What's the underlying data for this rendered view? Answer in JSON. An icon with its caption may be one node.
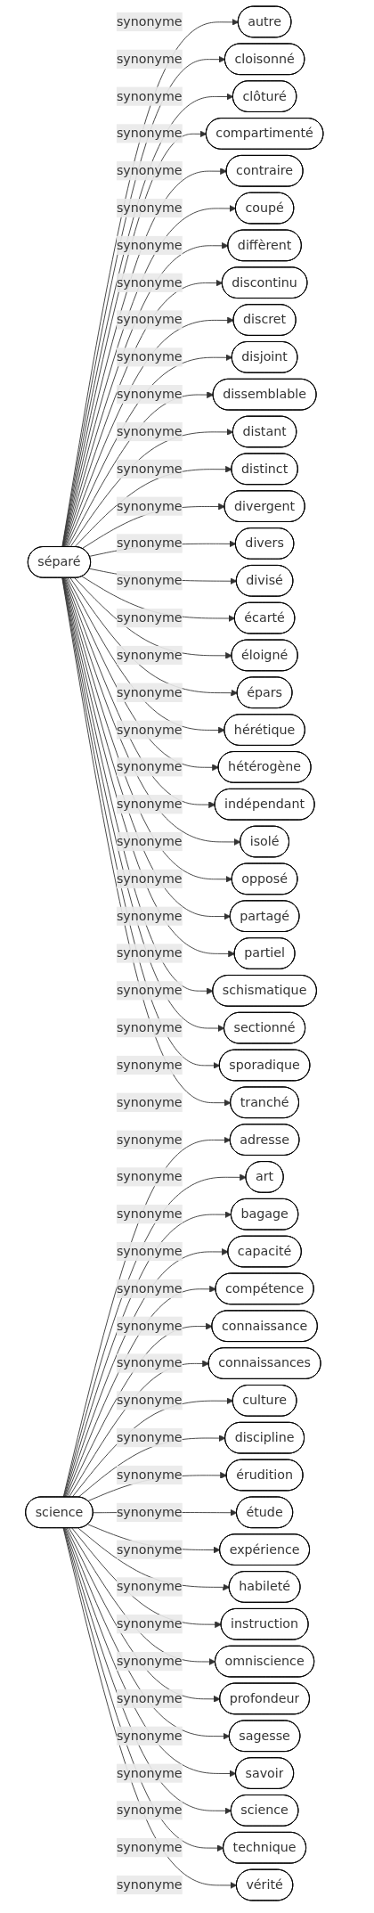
{
  "diagram": {
    "nodes": [
      {
        "text": [
          "séparé"
        ]
      },
      {
        "text": [
          "autre"
        ]
      },
      {
        "text": [
          "cloisonné"
        ]
      },
      {
        "text": [
          "clôturé"
        ]
      },
      {
        "text": [
          "compartimenté"
        ]
      },
      {
        "text": [
          "contraire"
        ]
      },
      {
        "text": [
          "coupé"
        ]
      },
      {
        "text": [
          "diffèrent"
        ]
      },
      {
        "text": [
          "discontinu"
        ]
      },
      {
        "text": [
          "discret"
        ]
      },
      {
        "text": [
          "disjoint"
        ]
      },
      {
        "text": [
          "dissemblable"
        ]
      },
      {
        "text": [
          "distant"
        ]
      },
      {
        "text": [
          "distinct"
        ]
      },
      {
        "text": [
          "divergent"
        ]
      },
      {
        "text": [
          "divers"
        ]
      },
      {
        "text": [
          "divisé"
        ]
      },
      {
        "text": [
          "écarté"
        ]
      },
      {
        "text": [
          "éloigné"
        ]
      },
      {
        "text": [
          "épars"
        ]
      },
      {
        "text": [
          "hérétique"
        ]
      },
      {
        "text": [
          "hétérogène"
        ]
      },
      {
        "text": [
          "indépendant"
        ]
      },
      {
        "text": [
          "isolé"
        ]
      },
      {
        "text": [
          "opposé"
        ]
      },
      {
        "text": [
          "partagé"
        ]
      },
      {
        "text": [
          "partiel"
        ]
      },
      {
        "text": [
          "schismatique"
        ]
      },
      {
        "text": [
          "sectionné"
        ]
      },
      {
        "text": [
          "sporadique"
        ]
      },
      {
        "text": [
          "tranché"
        ]
      },
      {
        "text": [
          "science"
        ]
      },
      {
        "text": [
          "adresse"
        ]
      },
      {
        "text": [
          "art"
        ]
      },
      {
        "text": [
          "bagage"
        ]
      },
      {
        "text": [
          "capacité"
        ]
      },
      {
        "text": [
          "compétence"
        ]
      },
      {
        "text": [
          "connaissance"
        ]
      },
      {
        "text": [
          "connaissances"
        ]
      },
      {
        "text": [
          "culture"
        ]
      },
      {
        "text": [
          "discipline"
        ]
      },
      {
        "text": [
          "érudition"
        ]
      },
      {
        "text": [
          "étude"
        ]
      },
      {
        "text": [
          "expérience"
        ]
      },
      {
        "text": [
          "habileté"
        ]
      },
      {
        "text": [
          "instruction"
        ]
      },
      {
        "text": [
          "omniscience"
        ]
      },
      {
        "text": [
          "profondeur"
        ]
      },
      {
        "text": [
          "sagesse"
        ]
      },
      {
        "text": [
          "savoir"
        ]
      },
      {
        "text": [
          "science"
        ]
      },
      {
        "text": [
          "technique"
        ]
      },
      {
        "text": [
          "vérité"
        ]
      }
    ],
    "edges": [
      {
        "from": 0,
        "to": 1,
        "arrow": "to",
        "label": "synonyme"
      },
      {
        "from": 0,
        "to": 2,
        "arrow": "to",
        "label": "synonyme"
      },
      {
        "from": 0,
        "to": 3,
        "arrow": "to",
        "label": "synonyme"
      },
      {
        "from": 0,
        "to": 4,
        "arrow": "to",
        "label": "synonyme"
      },
      {
        "from": 0,
        "to": 5,
        "arrow": "to",
        "label": "synonyme"
      },
      {
        "from": 0,
        "to": 6,
        "arrow": "to",
        "label": "synonyme"
      },
      {
        "from": 0,
        "to": 7,
        "arrow": "to",
        "label": "synonyme"
      },
      {
        "from": 0,
        "to": 8,
        "arrow": "to",
        "label": "synonyme"
      },
      {
        "from": 0,
        "to": 9,
        "arrow": "to",
        "label": "synonyme"
      },
      {
        "from": 0,
        "to": 10,
        "arrow": "to",
        "label": "synonyme"
      },
      {
        "from": 0,
        "to": 11,
        "arrow": "to",
        "label": "synonyme"
      },
      {
        "from": 0,
        "to": 12,
        "arrow": "to",
        "label": "synonyme"
      },
      {
        "from": 0,
        "to": 13,
        "arrow": "to",
        "label": "synonyme"
      },
      {
        "from": 0,
        "to": 14,
        "arrow": "to",
        "label": "synonyme"
      },
      {
        "from": 0,
        "to": 15,
        "arrow": "to",
        "label": "synonyme"
      },
      {
        "from": 0,
        "to": 16,
        "arrow": "to",
        "label": "synonyme"
      },
      {
        "from": 0,
        "to": 17,
        "arrow": "to",
        "label": "synonyme"
      },
      {
        "from": 0,
        "to": 18,
        "arrow": "to",
        "label": "synonyme"
      },
      {
        "from": 0,
        "to": 19,
        "arrow": "to",
        "label": "synonyme"
      },
      {
        "from": 0,
        "to": 20,
        "arrow": "to",
        "label": "synonyme"
      },
      {
        "from": 0,
        "to": 21,
        "arrow": "to",
        "label": "synonyme"
      },
      {
        "from": 0,
        "to": 22,
        "arrow": "to",
        "label": "synonyme"
      },
      {
        "from": 0,
        "to": 23,
        "arrow": "to",
        "label": "synonyme"
      },
      {
        "from": 0,
        "to": 24,
        "arrow": "to",
        "label": "synonyme"
      },
      {
        "from": 0,
        "to": 25,
        "arrow": "to",
        "label": "synonyme"
      },
      {
        "from": 0,
        "to": 26,
        "arrow": "to",
        "label": "synonyme"
      },
      {
        "from": 0,
        "to": 27,
        "arrow": "to",
        "label": "synonyme"
      },
      {
        "from": 0,
        "to": 28,
        "arrow": "to",
        "label": "synonyme"
      },
      {
        "from": 0,
        "to": 29,
        "arrow": "to",
        "label": "synonyme"
      },
      {
        "from": 0,
        "to": 30,
        "arrow": "to",
        "label": "synonyme"
      },
      {
        "from": 31,
        "to": 32,
        "arrow": "to",
        "label": "synonyme"
      },
      {
        "from": 31,
        "to": 33,
        "arrow": "to",
        "label": "synonyme"
      },
      {
        "from": 31,
        "to": 34,
        "arrow": "to",
        "label": "synonyme"
      },
      {
        "from": 31,
        "to": 35,
        "arrow": "to",
        "label": "synonyme"
      },
      {
        "from": 31,
        "to": 36,
        "arrow": "to",
        "label": "synonyme"
      },
      {
        "from": 31,
        "to": 37,
        "arrow": "to",
        "label": "synonyme"
      },
      {
        "from": 31,
        "to": 38,
        "arrow": "to",
        "label": "synonyme"
      },
      {
        "from": 31,
        "to": 39,
        "arrow": "to",
        "label": "synonyme"
      },
      {
        "from": 31,
        "to": 40,
        "arrow": "to",
        "label": "synonyme"
      },
      {
        "from": 31,
        "to": 41,
        "arrow": "to",
        "label": "synonyme"
      },
      {
        "from": 31,
        "to": 42,
        "arrow": "to",
        "label": "synonyme"
      },
      {
        "from": 31,
        "to": 43,
        "arrow": "to",
        "label": "synonyme"
      },
      {
        "from": 31,
        "to": 44,
        "arrow": "to",
        "label": "synonyme"
      },
      {
        "from": 31,
        "to": 45,
        "arrow": "to",
        "label": "synonyme"
      },
      {
        "from": 31,
        "to": 46,
        "arrow": "to",
        "label": "synonyme"
      },
      {
        "from": 31,
        "to": 47,
        "arrow": "to",
        "label": "synonyme"
      },
      {
        "from": 31,
        "to": 48,
        "arrow": "to",
        "label": "synonyme"
      },
      {
        "from": 31,
        "to": 49,
        "arrow": "to",
        "label": "synonyme"
      },
      {
        "from": 31,
        "to": 50,
        "arrow": "to",
        "label": "synonyme"
      },
      {
        "from": 31,
        "to": 51,
        "arrow": "to",
        "label": "synonyme"
      },
      {
        "from": 31,
        "to": 52,
        "arrow": "to",
        "label": "synonyme"
      }
    ]
  }
}
